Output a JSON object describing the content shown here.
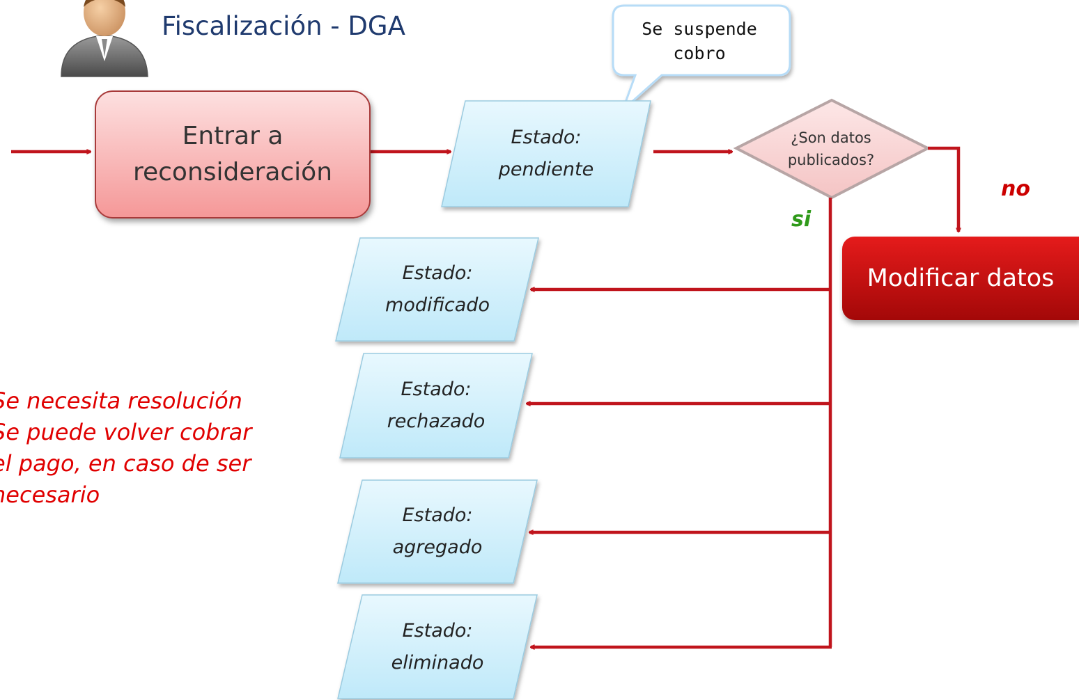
{
  "header": {
    "title": "Fiscalización - DGA"
  },
  "callout": {
    "lines": [
      "Se suspende",
      "cobro"
    ]
  },
  "process": {
    "entrar": [
      "Entrar a",
      "reconsideración"
    ]
  },
  "states": {
    "pendiente": [
      "Estado:",
      "pendiente"
    ],
    "modificado": [
      "Estado:",
      "modificado"
    ],
    "rechazado": [
      "Estado:",
      "rechazado"
    ],
    "agregado": [
      "Estado:",
      "agregado"
    ],
    "eliminado": [
      "Estado:",
      "eliminado"
    ]
  },
  "decision": {
    "lines": [
      "¿Son datos",
      "publicados?"
    ]
  },
  "labels": {
    "si": "si",
    "no": "no"
  },
  "action": {
    "modificar": "Modificar datos"
  },
  "note": {
    "lines": [
      "Se necesita resolución",
      "Se puede volver cobrar",
      "el pago, en caso de ser",
      "necesario"
    ]
  },
  "colors": {
    "arrow": "#c0141c",
    "process_fill": "#f7a8a8",
    "state_fill": "#cdeefb",
    "decision_fill": "#f9d4d4",
    "action_fill": "#c80a0a",
    "note_text": "#e00000",
    "si_label": "#2f9a1a",
    "no_label": "#cc0000",
    "title_text": "#1f3a6e"
  },
  "icons": {
    "actor": "person-icon"
  }
}
